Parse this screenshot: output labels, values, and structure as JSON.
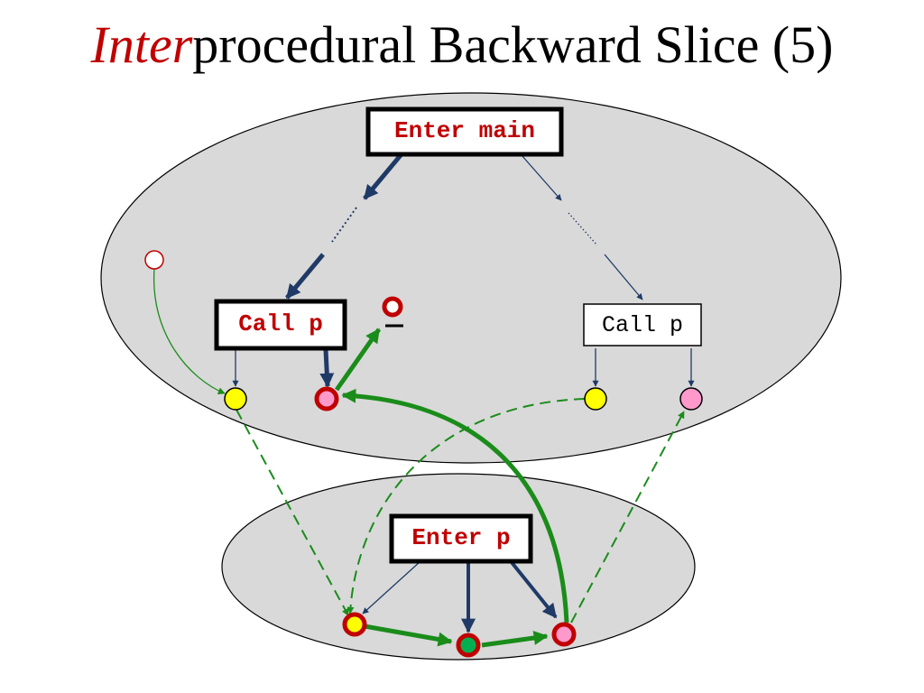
{
  "slide": {
    "title_emph": "Inter",
    "title_rest": "procedural Backward Slice (5)"
  },
  "diagram": {
    "main_enter_label": "Enter main",
    "main_call_left_label": "Call p",
    "main_call_right_label": "Call p",
    "proc_enter_label": "Enter p",
    "colors": {
      "ellipse_fill": "#d9d9d9",
      "slice_red": "#c00000",
      "control_edge": "#1f3a66",
      "flow_edge": "#1a8c1a",
      "actual_in": "#ffff00",
      "actual_out": "#ff99cc",
      "inner": "#00b050"
    }
  }
}
